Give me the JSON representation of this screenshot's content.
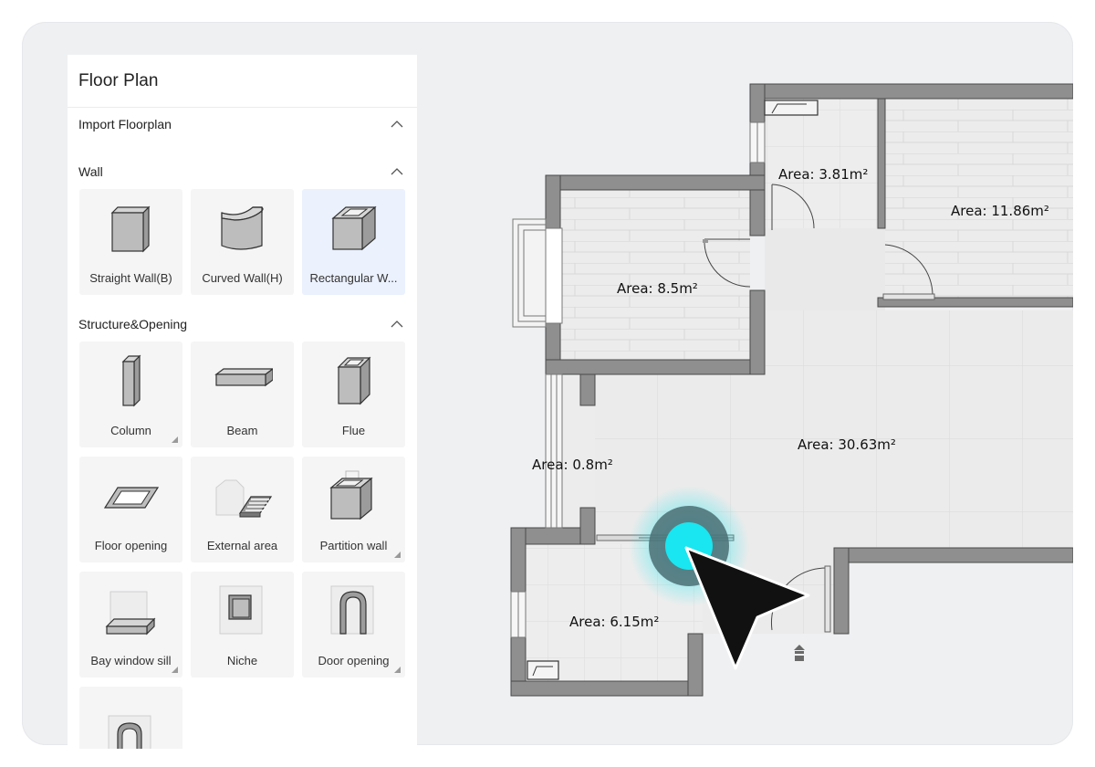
{
  "panel": {
    "title": "Floor Plan",
    "sections": {
      "import": "Import Floorplan",
      "wall": "Wall",
      "structure": "Structure&Opening"
    },
    "wall_items": [
      "Straight Wall(B)",
      "Curved Wall(H)",
      "Rectangular W..."
    ],
    "structure_items": [
      "Column",
      "Beam",
      "Flue",
      "Floor opening",
      "External area",
      "Partition wall",
      "Bay window sill",
      "Niche",
      "Door opening"
    ]
  },
  "plan": {
    "areas": [
      "Area: 3.81m²",
      "Area: 11.86m²",
      "Area: 8.5m²",
      "Area: 30.63m²",
      "Area: 0.8m²",
      "Area: 6.15m²"
    ]
  },
  "colors": {
    "wall": "#8f8f8f",
    "floor": "#e9e9e9",
    "selected_tile": "#ebf1fd",
    "cursor_glow": "#19e6f0"
  }
}
